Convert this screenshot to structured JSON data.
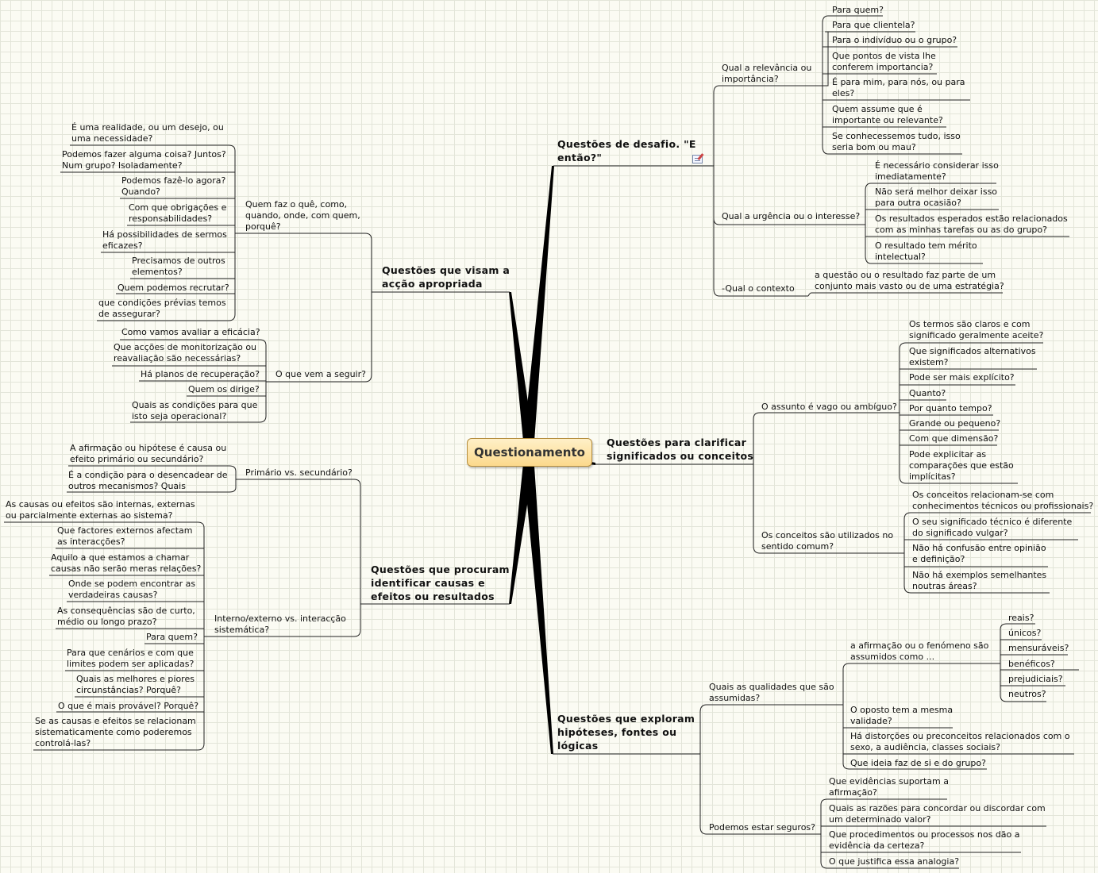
{
  "center": "Questionamento",
  "main": {
    "desafio": "Questões de desafio. \"E\nentão?\"",
    "accao": "Questões que visam a\nacção apropriada",
    "causas": "Questões que procuram\nidentificar causas e\nefeitos ou resultados",
    "clarificar": "Questões para clarificar\nsignificados ou conceitos",
    "hipoteses": "Questões que exploram\nhipóteses, fontes ou\nlógicas"
  },
  "desafio": {
    "relevancia": "Qual a relevância ou\nimportância?",
    "rel_items": [
      "Para quem?",
      "Para que clientela?",
      "Para o indivíduo ou o grupo?",
      "Que pontos de vista lhe\nconferem importancia?",
      "É para mim, para nós, ou para\neles?",
      "Quem assume que é\nimportante ou relevante?",
      "Se conhecessemos tudo, isso\nseria bom ou mau?"
    ],
    "urgencia": "Qual a urgência ou o interesse?",
    "urg_items": [
      "É necessário considerar isso\nimediatamente?",
      "Não será melhor deixar isso\npara outra ocasião?",
      "Os resultados esperados estão relacionados\ncom as minhas tarefas ou as do grupo?",
      "O resultado tem mérito\nintelectual?"
    ],
    "contexto": "-Qual o contexto",
    "ctx_item": "a questão ou o resultado faz parte de um\nconjunto mais vasto ou de uma estratégia?"
  },
  "accao": {
    "quem": "Quem faz o quê, como,\nquando, onde, com quem,\nporquê?",
    "quem_items": [
      "É uma realidade, ou um desejo, ou\numa necessidade?",
      "Podemos fazer alguma coisa? Juntos?\nNum grupo? Isoladamente?",
      "Podemos fazê-lo agora?\nQuando?",
      "Com que obrigações e\nresponsabilidades?",
      "Há possibilidades de sermos\neficazes?",
      "Precisamos de outros\nelementos?",
      "Quem podemos recrutar?",
      "que condições prévias temos\nde assegurar?"
    ],
    "seguir": "O que vem a seguir?",
    "seguir_items": [
      "Como vamos avaliar a eficácia?",
      "Que acções de monitorização ou\nreavaliação são necessárias?",
      "Há planos de recuperação?",
      "Quem os dirige?",
      "Quais as condições para que\nisto seja operacional?"
    ]
  },
  "causas": {
    "primario": "Primário vs. secundário?",
    "prim_items": [
      "A afirmação ou hipótese é causa ou\nefeito primário ou secundário?",
      "É a condição para o desencadear de\noutros mecanismos? Quais"
    ],
    "interno": "Interno/externo vs. interacção\nsistemática?",
    "int_items": [
      "As causas ou efeitos são internas, externas\nou parcialmente externas ao sistema?",
      "Que factores externos afectam\nas interacções?",
      "Aquilo a que estamos a chamar\ncausas não serão meras relações?",
      "Onde se podem encontrar as\nverdadeiras causas?",
      "As consequências são de curto,\nmédio ou longo prazo?",
      "Para quem?",
      "Para que cenários e com que\nlimites podem ser aplicadas?",
      "Quais as melhores e piores\ncircunstâncias? Porquê?",
      "O que é mais provável? Porquê?",
      "Se as causas e efeitos se relacionam\nsistematicamente como poderemos\ncontrolá-las?"
    ]
  },
  "clarificar": {
    "vago": "O assunto é vago ou ambíguo?",
    "vago_items": [
      "Os termos são claros e com\nsignificado geralmente aceite?",
      "Que significados alternativos\nexistem?",
      "Pode ser mais explícito?",
      "Quanto?",
      "Por quanto tempo?",
      "Grande ou pequeno?",
      "Com que dimensão?",
      "Pode explicitar as\ncomparações que estão\nimplícitas?"
    ],
    "conceitos": "Os conceitos são utilizados no\nsentido comum?",
    "conc_items": [
      "Os conceitos relacionam-se com\nconhecimentos técnicos ou profissionais?",
      "O seu significado técnico é diferente\ndo significado vulgar?",
      "Não há confusão entre opinião\ne definição?",
      "Não há exemplos semelhantes\nnoutras áreas?"
    ]
  },
  "hipoteses": {
    "qualidades": "Quais as qualidades que são\nassumidas?",
    "afirmacao": "a afirmação ou o fenómeno são\nassumidos como ...",
    "afirm_items": [
      "reais?",
      "únicos?",
      "mensuráveis?",
      "benéficos?",
      "prejudiciais?",
      "neutros?"
    ],
    "qual_items": [
      "O oposto tem a mesma\nvalidade?",
      "Há distorções ou preconceitos relacionados com o\nsexo, a audiência, classes sociais?",
      "Que ideia faz de si e do grupo?"
    ],
    "seguros": "Podemos estar seguros?",
    "seg_items": [
      "Que evidências suportam a\nafirmação?",
      "Quais as razões para concordar ou discordar com\num determinado valor?",
      "Que procedimentos ou processos nos dão a\nevidência da certeza?",
      "O que justifica essa analogia?"
    ]
  }
}
